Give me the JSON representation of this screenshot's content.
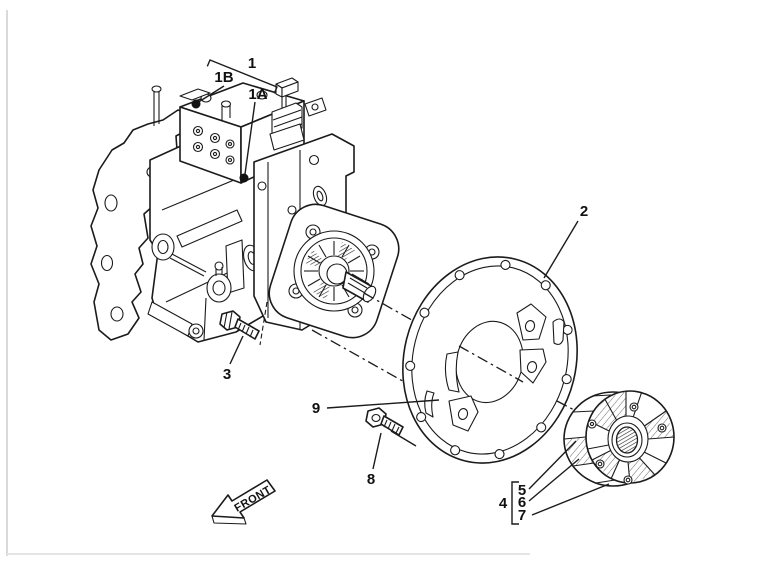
{
  "page": {
    "background": "#ffffff",
    "edge_color": "#dadada"
  },
  "diagram": {
    "type": "exploded-parts-diagram",
    "line_color": "#1b1b1b",
    "labels": {
      "item1": "1",
      "item1a": "1A",
      "item1b": "1B",
      "item2": "2",
      "item3": "3",
      "item4": "4",
      "item5": "5",
      "item6": "6",
      "item7": "7",
      "item8": "8",
      "item9": "9"
    },
    "front_arrow_label": "FRONT"
  }
}
